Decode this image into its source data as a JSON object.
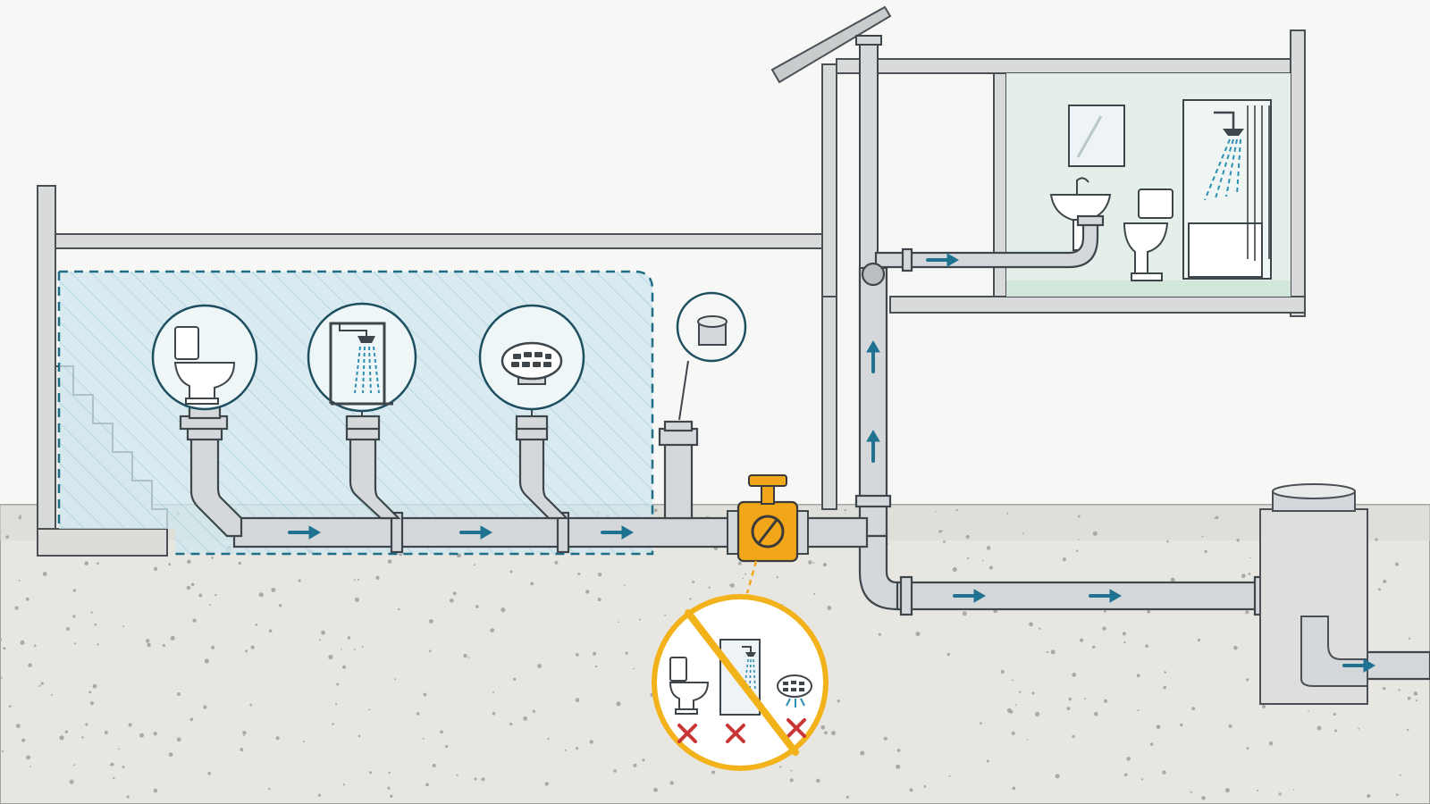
{
  "colors": {
    "sky": "#f7f7f5",
    "ground": "#e8e6e0",
    "ground_speck": "#a9aaa8",
    "wall": "#d9dbdb",
    "wall_stroke": "#4a5055",
    "pipe_fill": "#d5d8db",
    "pipe_stroke": "#3e454b",
    "basement_zone": "#cfe7ee",
    "basement_border": "#1f6e86",
    "bathroom_bg": "#e3efe8",
    "flow_arrow": "#1f7391",
    "valve": "#f2a619",
    "valve_stroke": "#3a3a3a",
    "fixture_icon": "#3e454b",
    "water": "#2d8fb3",
    "warning_ring": "#f2b21a",
    "cross": "#c93636"
  },
  "icons": {
    "basement_fixtures": [
      "toilet-icon",
      "shower-icon",
      "floor-drain-icon"
    ],
    "cleanout": "cleanout-cap-icon",
    "valve": "backwater-valve-icon",
    "upper_bathroom": [
      "mirror-icon",
      "sink-icon",
      "toilet-icon",
      "shower-icon"
    ],
    "blocked_fixtures": [
      "toilet-icon",
      "shower-icon",
      "floor-drain-icon"
    ],
    "blocked_marks": [
      "cross-icon",
      "cross-icon",
      "cross-icon"
    ],
    "outlet": "sewer-manhole"
  },
  "flow_arrows": {
    "basement_branch": 3,
    "main_stack_up": 2,
    "upper_branch": 1,
    "main_sewer": 2,
    "outlet": 1
  }
}
